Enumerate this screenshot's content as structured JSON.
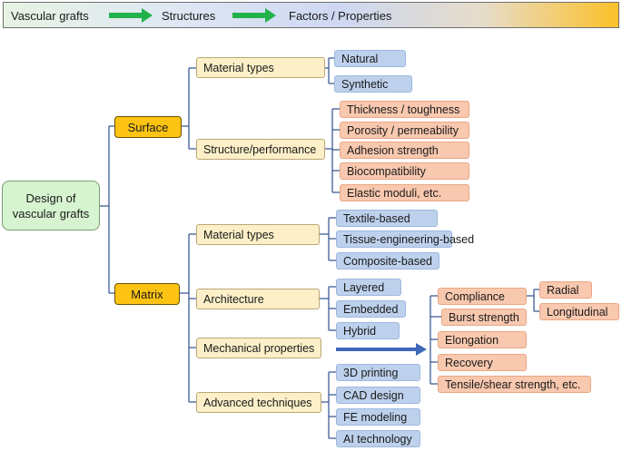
{
  "legend": {
    "level1": "Vascular grafts",
    "level2": "Structures",
    "level3": "Factors / Properties"
  },
  "root": {
    "line1": "Design of",
    "line2": "vascular grafts"
  },
  "surface": {
    "label": "Surface",
    "material_types": {
      "label": "Material types",
      "items": [
        "Natural",
        "Synthetic"
      ]
    },
    "structure_performance": {
      "label": "Structure/performance",
      "items": [
        "Thickness / toughness",
        "Porosity / permeability",
        "Adhesion strength",
        "Biocompatibility",
        "Elastic moduli, etc."
      ]
    }
  },
  "matrix": {
    "label": "Matrix",
    "material_types": {
      "label": "Material types",
      "items": [
        "Textile-based",
        "Tissue-engineering-based",
        "Composite-based"
      ]
    },
    "architecture": {
      "label": "Architecture",
      "items": [
        "Layered",
        "Embedded",
        "Hybrid"
      ]
    },
    "mechanical_properties": {
      "label": "Mechanical properties",
      "items": [
        "Compliance",
        "Burst strength",
        "Elongation",
        "Recovery",
        "Tensile/shear strength, etc."
      ],
      "compliance_types": [
        "Radial",
        "Longitudinal"
      ]
    },
    "advanced_techniques": {
      "label": "Advanced techniques",
      "items": [
        "3D printing",
        "CAD design",
        "FE modeling",
        "AI technology"
      ]
    }
  },
  "colors": {
    "connector": "#2f4f8f",
    "arrow": "#3e68b8",
    "legend_arrow": "#22b24c",
    "root_fill": "#d6f4cf",
    "structure_fill": "#fcc313",
    "subcategory_fill": "#fdf0c8",
    "type_fill": "#bdd1ec",
    "property_fill": "#f8c8af"
  }
}
